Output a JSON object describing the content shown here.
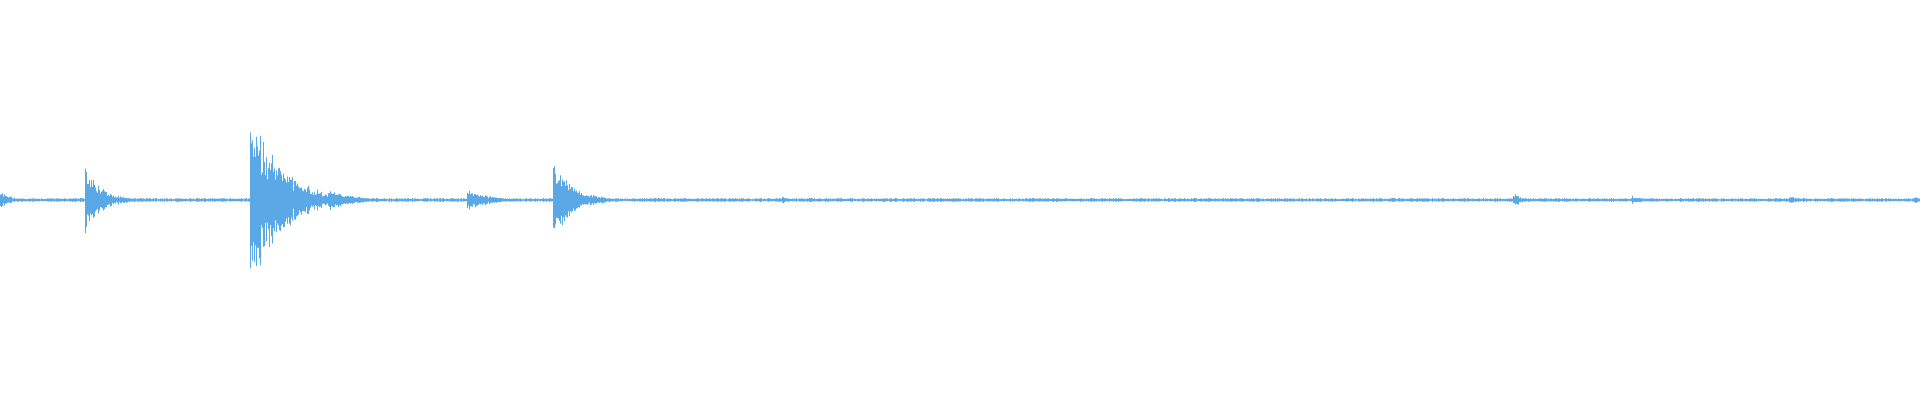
{
  "waveform": {
    "color": "#5aa9e6",
    "amplitude_range": [
      -1,
      1
    ],
    "baseline_level": 0.008,
    "duration_fraction_span": [
      0,
      1
    ],
    "events": [
      {
        "t": 0.0,
        "peak": 0.05,
        "decay": 0.006
      },
      {
        "t": 0.045,
        "peak": 0.2,
        "decay": 0.008
      },
      {
        "t": 0.131,
        "peak": 0.5,
        "decay": 0.016
      },
      {
        "t": 0.157,
        "peak": 0.05,
        "decay": 0.012
      },
      {
        "t": 0.172,
        "peak": 0.06,
        "decay": 0.012
      },
      {
        "t": 0.244,
        "peak": 0.07,
        "decay": 0.01
      },
      {
        "t": 0.289,
        "peak": 0.22,
        "decay": 0.01
      },
      {
        "t": 0.408,
        "peak": 0.02,
        "decay": 0.002
      },
      {
        "t": 0.789,
        "peak": 0.035,
        "decay": 0.006
      },
      {
        "t": 0.851,
        "peak": 0.025,
        "decay": 0.005
      },
      {
        "t": 0.933,
        "peak": 0.025,
        "decay": 0.004
      },
      {
        "t": 0.998,
        "peak": 0.02,
        "decay": 0.003
      }
    ]
  }
}
